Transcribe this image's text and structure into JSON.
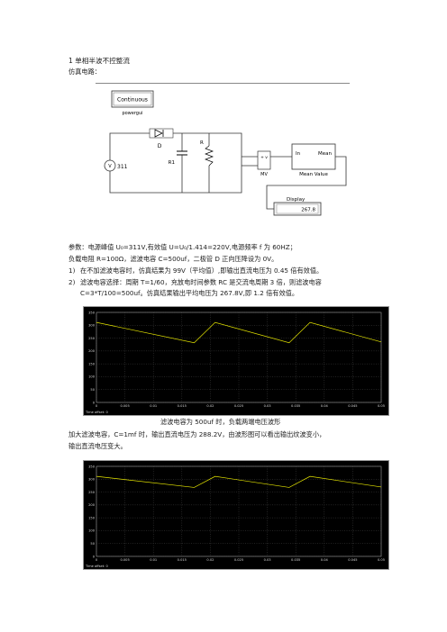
{
  "heading": "1  单相半波不控整流",
  "sim_circuit_label": "仿真电路：",
  "schematic": {
    "powergui_block": "Continuous",
    "powergui_label": "powergui",
    "source_value": "311",
    "diode_label": "D",
    "resistor_label": "R",
    "resistor1_label": "R1",
    "mv_label": "MV",
    "mean_in": "In",
    "mean_out": "Mean",
    "mean_label": "Mean Value",
    "display_title": "Display",
    "display_value": "267.8"
  },
  "params_line1": "参数：电源峰值 U₀=311V,有效值 U=U₀/1.414=220V,电源频率 f 为 60HZ；",
  "params_line2": "负载电阻 R=100Ω，滤波电容 C=500uf，二极管 D 正向压降设为 0V。",
  "list": [
    {
      "num": "1)",
      "text": "在不加滤波电容时，仿真结果为 99V（平均值）,即输出直流电压为 0.45 倍有效值。"
    },
    {
      "num": "2)",
      "text": "滤波电容选择：周期  T=1/60，充放电时间参数  RC  是交流电周期  3  倍，则滤波电容",
      "cont": "C=3*T/100=500uf。仿真结果输出平均电压为 267.8V,即 1.2 倍有效值。"
    }
  ],
  "caption1": "滤波电容为 500uf 时，负载两端电压波形",
  "para2_line1": "加大滤波电容，C=1mf 时，输出直流电压为  288.2V，由波形图可以看出输出纹波变小，",
  "para2_line2": "输出直流电压变大。",
  "chart_data": [
    {
      "type": "line",
      "title": "",
      "series": [
        {
          "color": "#e8e800",
          "x": [
            0,
            0.05
          ],
          "peak": 311,
          "trough": 232,
          "frequency_hz": 60
        }
      ],
      "xlim": [
        0,
        0.05
      ],
      "ylim": [
        0,
        350
      ],
      "x_ticks": [
        "0",
        "0.005",
        "0.01",
        "0.015",
        "0.02",
        "0.025",
        "0.03",
        "0.035",
        "0.04",
        "0.045",
        "0.05"
      ],
      "y_ticks": [
        "0",
        "50",
        "100",
        "150",
        "200",
        "250",
        "300",
        "350"
      ],
      "grid": true,
      "footer": "Time offset: 0"
    },
    {
      "type": "line",
      "title": "",
      "series": [
        {
          "color": "#e8e800",
          "x": [
            0,
            0.05
          ],
          "peak": 311,
          "trough": 268,
          "frequency_hz": 60
        }
      ],
      "xlim": [
        0,
        0.05
      ],
      "ylim": [
        0,
        350
      ],
      "x_ticks": [
        "0",
        "0.005",
        "0.01",
        "0.015",
        "0.02",
        "0.025",
        "0.03",
        "0.035",
        "0.04",
        "0.045",
        "0.05"
      ],
      "y_ticks": [
        "0",
        "50",
        "100",
        "150",
        "200",
        "250",
        "300",
        "350"
      ],
      "grid": true,
      "footer": "Time offset: 0"
    }
  ]
}
